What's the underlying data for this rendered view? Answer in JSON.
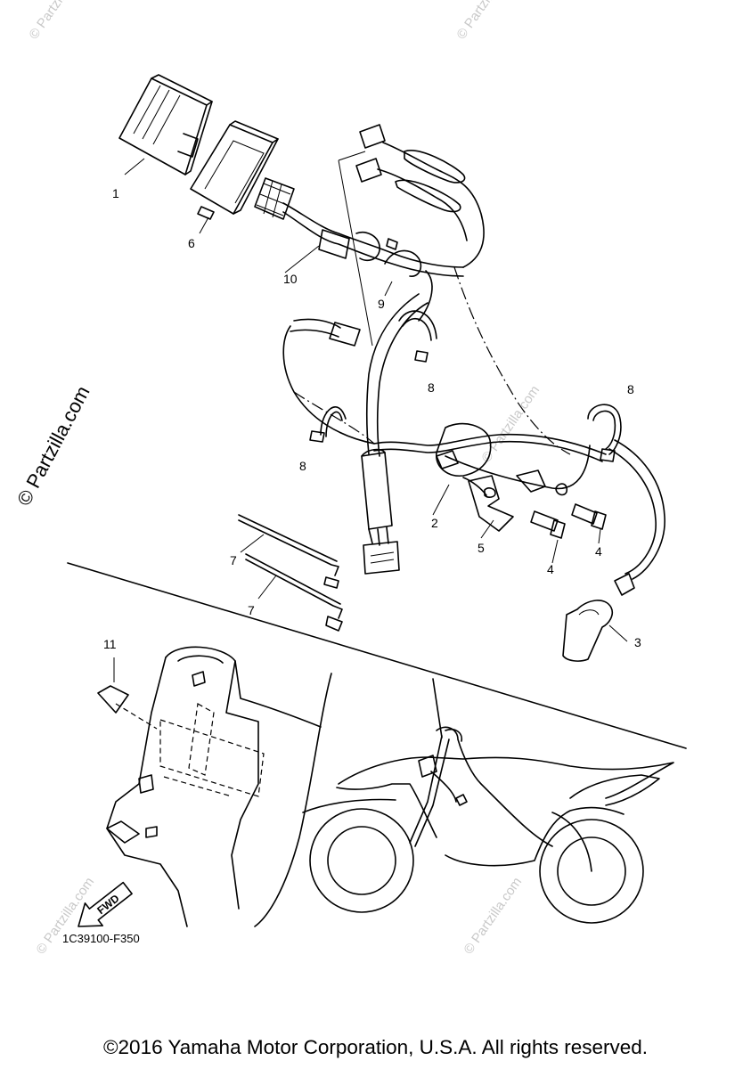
{
  "diagram": {
    "callouts": [
      {
        "id": "1",
        "label": "1"
      },
      {
        "id": "6",
        "label": "6"
      },
      {
        "id": "10",
        "label": "10"
      },
      {
        "id": "9",
        "label": "9"
      },
      {
        "id": "8a",
        "label": "8"
      },
      {
        "id": "8b",
        "label": "8"
      },
      {
        "id": "8c",
        "label": "8"
      },
      {
        "id": "2",
        "label": "2"
      },
      {
        "id": "5",
        "label": "5"
      },
      {
        "id": "4a",
        "label": "4"
      },
      {
        "id": "4b",
        "label": "4"
      },
      {
        "id": "7a",
        "label": "7"
      },
      {
        "id": "7b",
        "label": "7"
      },
      {
        "id": "3",
        "label": "3"
      },
      {
        "id": "11",
        "label": "11"
      }
    ],
    "fwd_label": "FWD",
    "diagram_code": "1C39100-F350"
  },
  "watermark": {
    "side_text": "© Partzilla.com",
    "corner_text": "© Partzilla.com"
  },
  "footer": {
    "copyright": "©2016 Yamaha Motor Corporation, U.S.A. All rights reserved."
  }
}
